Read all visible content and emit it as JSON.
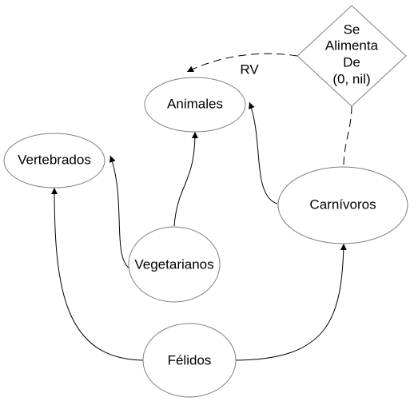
{
  "nodes": {
    "animales": "Animales",
    "vertebrados": "Vertebrados",
    "carnivoros": "Carnívoros",
    "vegetarianos": "Vegetarianos",
    "felidos": "Félidos"
  },
  "relation": {
    "line1": "Se",
    "line2": "Alimenta",
    "line3": "De",
    "line4": "(0, nil)"
  },
  "edge_labels": {
    "rv": "RV"
  },
  "colors": {
    "node_stroke": "#7f7f7f",
    "edge": "#000000",
    "background": "#ffffff"
  }
}
